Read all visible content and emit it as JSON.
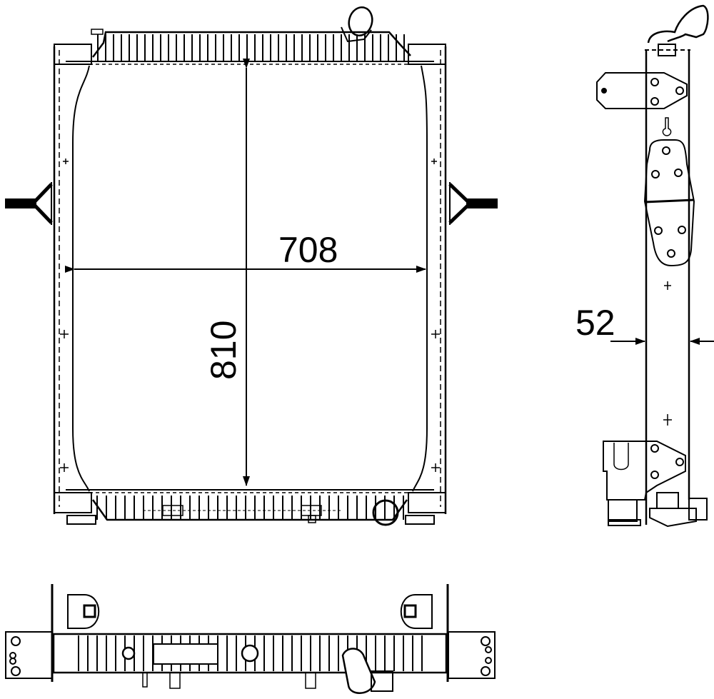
{
  "drawing": {
    "subject": "radiator",
    "line_color": "#000000",
    "background": "#ffffff",
    "views": [
      {
        "name": "front-view",
        "label": ""
      },
      {
        "name": "side-view",
        "label": ""
      },
      {
        "name": "top-view",
        "label": ""
      }
    ]
  },
  "dimensions": {
    "width": {
      "value": "708",
      "unit": "mm"
    },
    "height": {
      "value": "810",
      "unit": "mm"
    },
    "depth": {
      "value": "52",
      "unit": "mm"
    }
  }
}
